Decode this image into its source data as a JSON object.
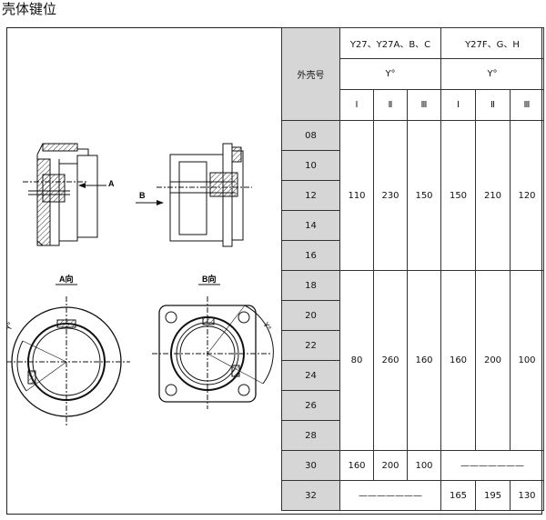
{
  "title": "壳体键位",
  "drawing": {
    "label_a": "A",
    "label_b": "B",
    "view_a": "A向",
    "view_b": "B向",
    "angle_symbol": "Y°"
  },
  "table": {
    "shell_header": "外壳号",
    "group1": {
      "models": "Y27、Y27A、B、C",
      "angle": "Y°",
      "cols": [
        "Ⅰ",
        "Ⅱ",
        "Ⅲ"
      ]
    },
    "group2": {
      "models": "Y27F、G、H",
      "angle": "Y°",
      "cols": [
        "Ⅰ",
        "Ⅱ",
        "Ⅲ"
      ]
    },
    "shells_block1": [
      "08",
      "10",
      "12",
      "14",
      "16"
    ],
    "shells_block2": [
      "18",
      "20",
      "22",
      "24",
      "26",
      "28"
    ],
    "block1_values": [
      "110",
      "230",
      "150",
      "150",
      "210",
      "120"
    ],
    "block2_values": [
      "80",
      "260",
      "160",
      "160",
      "200",
      "100"
    ],
    "row30": {
      "shell": "30",
      "g1": [
        "160",
        "200",
        "100"
      ],
      "g2": "———————"
    },
    "row32": {
      "shell": "32",
      "g1": "———————",
      "g2": [
        "165",
        "195",
        "130"
      ]
    }
  }
}
